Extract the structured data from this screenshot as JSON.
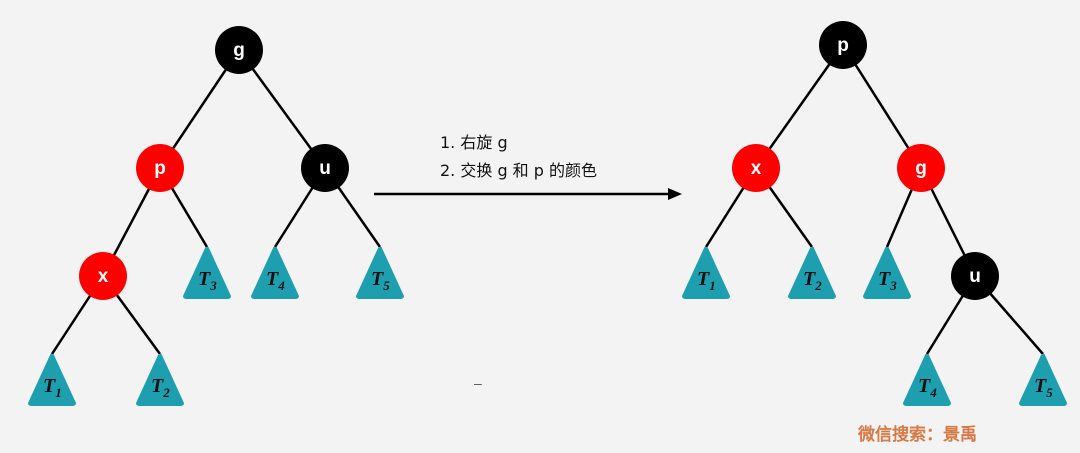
{
  "colors": {
    "red_node": "#ff0000",
    "black_node": "#000000",
    "subtree": "#1e9fb0",
    "edge": "#000000",
    "watermark": "#d77a45"
  },
  "before_tree": {
    "nodes": [
      {
        "id": "g",
        "label": "g",
        "color": "black"
      },
      {
        "id": "p",
        "label": "p",
        "color": "red"
      },
      {
        "id": "u",
        "label": "u",
        "color": "black"
      },
      {
        "id": "x",
        "label": "x",
        "color": "red"
      }
    ],
    "subtrees": [
      {
        "id": "T1",
        "letter": "T",
        "sub": "1"
      },
      {
        "id": "T2",
        "letter": "T",
        "sub": "2"
      },
      {
        "id": "T3",
        "letter": "T",
        "sub": "3"
      },
      {
        "id": "T4",
        "letter": "T",
        "sub": "4"
      },
      {
        "id": "T5",
        "letter": "T",
        "sub": "5"
      }
    ]
  },
  "after_tree": {
    "nodes": [
      {
        "id": "p",
        "label": "p",
        "color": "black"
      },
      {
        "id": "x",
        "label": "x",
        "color": "red"
      },
      {
        "id": "g",
        "label": "g",
        "color": "red"
      },
      {
        "id": "u",
        "label": "u",
        "color": "black"
      }
    ],
    "subtrees": [
      {
        "id": "T1",
        "letter": "T",
        "sub": "1"
      },
      {
        "id": "T2",
        "letter": "T",
        "sub": "2"
      },
      {
        "id": "T3",
        "letter": "T",
        "sub": "3"
      },
      {
        "id": "T4",
        "letter": "T",
        "sub": "4"
      },
      {
        "id": "T5",
        "letter": "T",
        "sub": "5"
      }
    ]
  },
  "steps": {
    "step1": "1.  右旋 g",
    "step2": "2.  交换 g 和 p 的颜色"
  },
  "dash_mark": "–",
  "watermark": "微信搜索：景禹"
}
